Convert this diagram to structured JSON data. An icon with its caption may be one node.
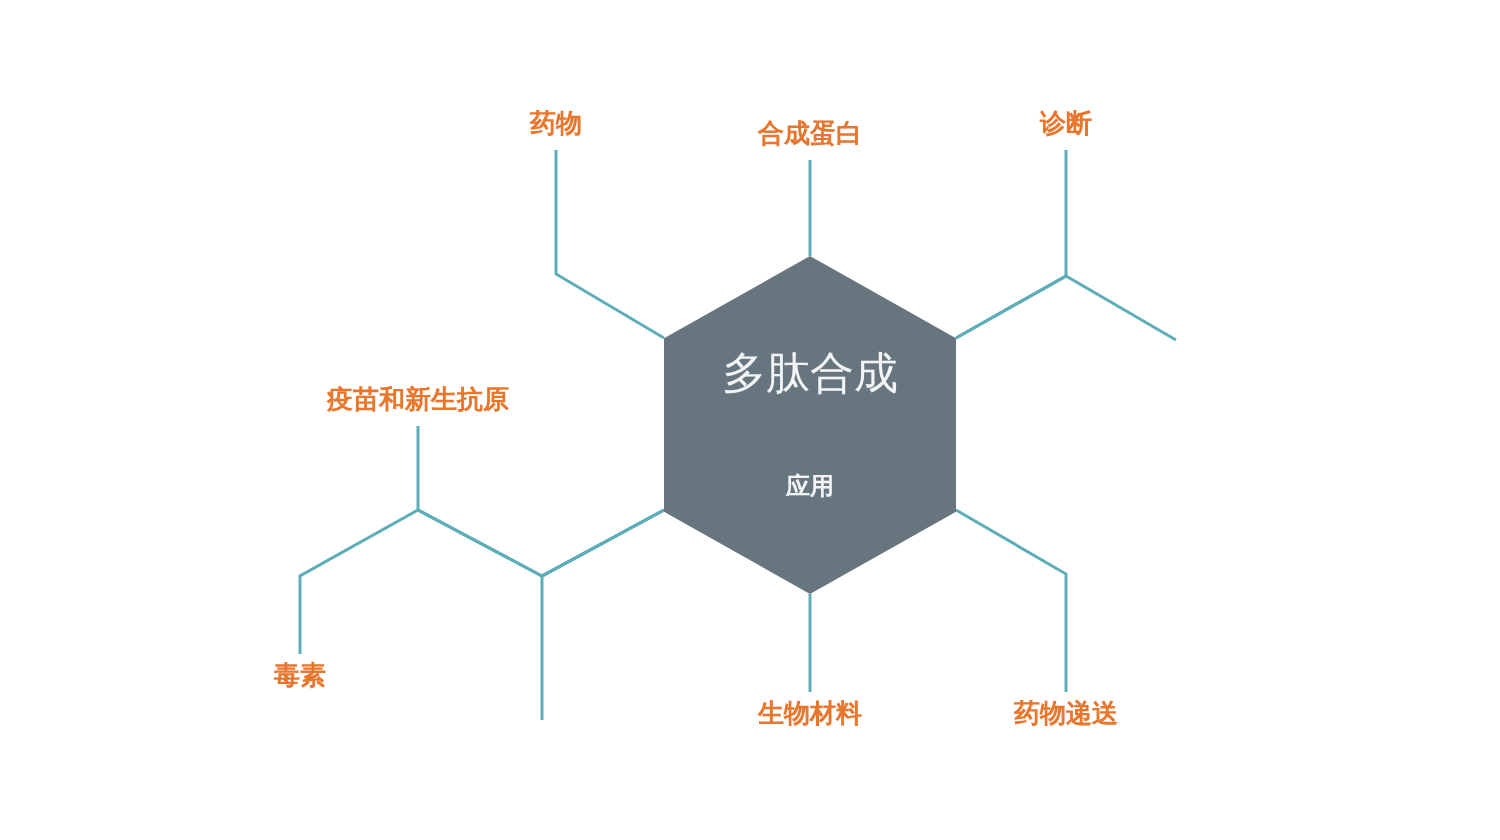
{
  "diagram": {
    "nodes": [
      {
        "text": [
          "多肽合成",
          "应用"
        ]
      },
      {
        "text": [
          "药物"
        ]
      },
      {
        "text": [
          "合成蛋白"
        ]
      },
      {
        "text": [
          "诊断"
        ]
      },
      {
        "text": [
          "疫苗和新生抗原"
        ]
      },
      {
        "text": [
          "毒素"
        ]
      },
      {
        "text": [
          "生物材料"
        ]
      },
      {
        "text": [
          "药物递送"
        ]
      }
    ],
    "edges": [
      {
        "from": 0,
        "to": 1,
        "arrow": "none"
      },
      {
        "from": 0,
        "to": 2,
        "arrow": "none"
      },
      {
        "from": 0,
        "to": 3,
        "arrow": "none"
      },
      {
        "from": 0,
        "to": null,
        "arrow": "none"
      },
      {
        "from": 0,
        "to": 4,
        "arrow": "none"
      },
      {
        "from": 0,
        "to": 5,
        "arrow": "none"
      },
      {
        "from": 0,
        "to": null,
        "arrow": "none"
      },
      {
        "from": 0,
        "to": 6,
        "arrow": "none"
      },
      {
        "from": 0,
        "to": 7,
        "arrow": "none"
      }
    ]
  }
}
